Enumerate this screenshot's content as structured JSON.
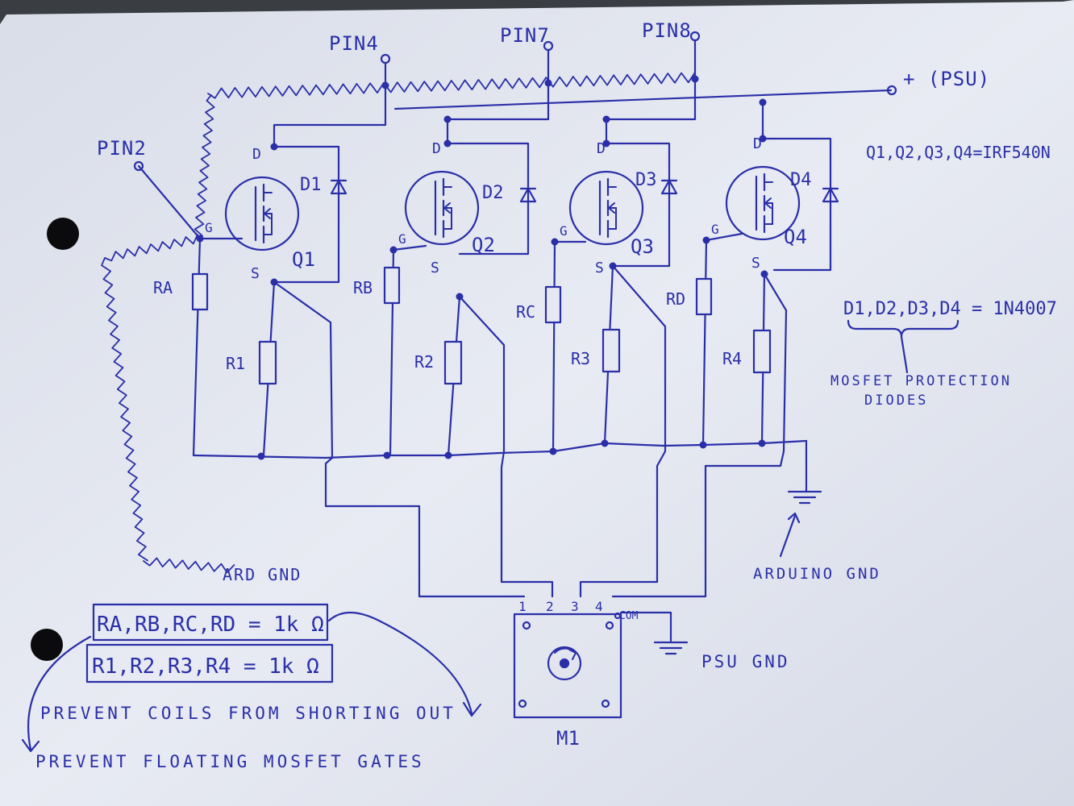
{
  "pins": {
    "pin4": "PIN4",
    "pin7": "PIN7",
    "pin8": "PIN8",
    "pin2": "PIN2",
    "psu_plus": "+ (PSU)"
  },
  "mosfets": [
    {
      "name": "Q1",
      "diode": "D1",
      "rg": "RA",
      "rs": "R1"
    },
    {
      "name": "Q2",
      "diode": "D2",
      "rg": "RB",
      "rs": "R2"
    },
    {
      "name": "Q3",
      "diode": "D3",
      "rg": "RC",
      "rs": "R3"
    },
    {
      "name": "Q4",
      "diode": "D4",
      "rg": "RD",
      "rs": "R4"
    }
  ],
  "pin_labels": {
    "drain": "D",
    "gate": "G",
    "source": "S"
  },
  "notes": {
    "q_type": "Q1,Q2,Q3,Q4=IRF540N",
    "d_type": "D1,D2,D3,D4 = 1N4007",
    "diode_note_1": "MOSFET PROTECTION",
    "diode_note_2": "DIODES",
    "arduino_gnd": "ARDUINO GND",
    "scribble": "ARD GND",
    "rg_values": "RA,RB,RC,RD = 1k Ω",
    "rs_values": "R1,R2,R3,R4 = 1k Ω",
    "prevent_coils": "PREVENT COILS FROM SHORTING OUT",
    "prevent_floating": "PREVENT FLOATING MOSFET GATES",
    "psu_gnd": "PSU GND",
    "motor": "M1",
    "motor_pins": [
      "1",
      "2",
      "3",
      "4"
    ],
    "com": "COM"
  },
  "colors": {
    "ink": "#2a2fa8",
    "paper": "#e6e9f1",
    "background": "#3a3d42",
    "hole": "#0b0b0d"
  }
}
